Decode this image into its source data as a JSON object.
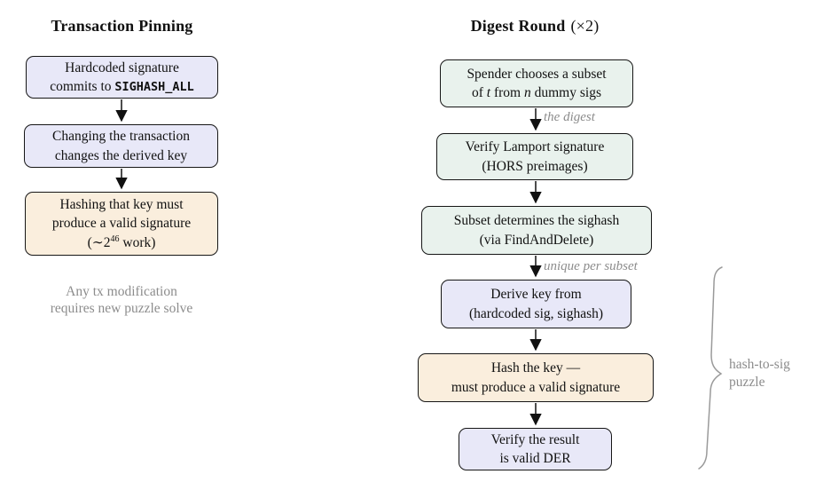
{
  "colors": {
    "box_lavender": "#e8e8f8",
    "box_mint": "#e9f2ed",
    "box_peach": "#faeedd",
    "box_border": "#161616",
    "muted_text": "#8c8c8c",
    "arrow": "#111111"
  },
  "left_column": {
    "title": "Transaction Pinning",
    "box1": {
      "line1": "Hardcoded signature",
      "line2_prefix": "commits to ",
      "line2_code": "SIGHASH_ALL"
    },
    "box2": {
      "line1": "Changing the transaction",
      "line2": "changes the derived key"
    },
    "box3": {
      "line1": "Hashing that key must",
      "line2": "produce a valid signature",
      "line3_pre": "(∼2",
      "line3_sup": "46",
      "line3_post": " work)"
    },
    "note": {
      "line1": "Any tx modification",
      "line2": "requires new puzzle solve"
    }
  },
  "right_column": {
    "title": "Digest Round",
    "title_suffix": "(×2)",
    "box1": {
      "line1": "Spender chooses a subset",
      "line2_seg1": "of ",
      "line2_var1": "t",
      "line2_seg2": " from ",
      "line2_var2": "n",
      "line2_seg3": " dummy sigs"
    },
    "edge_label_digest": "the digest",
    "box2": {
      "line1": "Verify Lamport signature",
      "line2": "(HORS preimages)"
    },
    "box3": {
      "line1": "Subset determines the sighash",
      "line2": "(via FindAndDelete)"
    },
    "edge_label_unique": "unique per subset",
    "box4": {
      "line1": "Derive key from",
      "line2": "(hardcoded sig, sighash)"
    },
    "box5": {
      "line1": "Hash the key —",
      "line2": "must produce a valid signature"
    },
    "box6": {
      "line1": "Verify the result",
      "line2": "is valid DER"
    },
    "brace_label": {
      "line1": "hash-to-sig",
      "line2": "puzzle"
    }
  }
}
